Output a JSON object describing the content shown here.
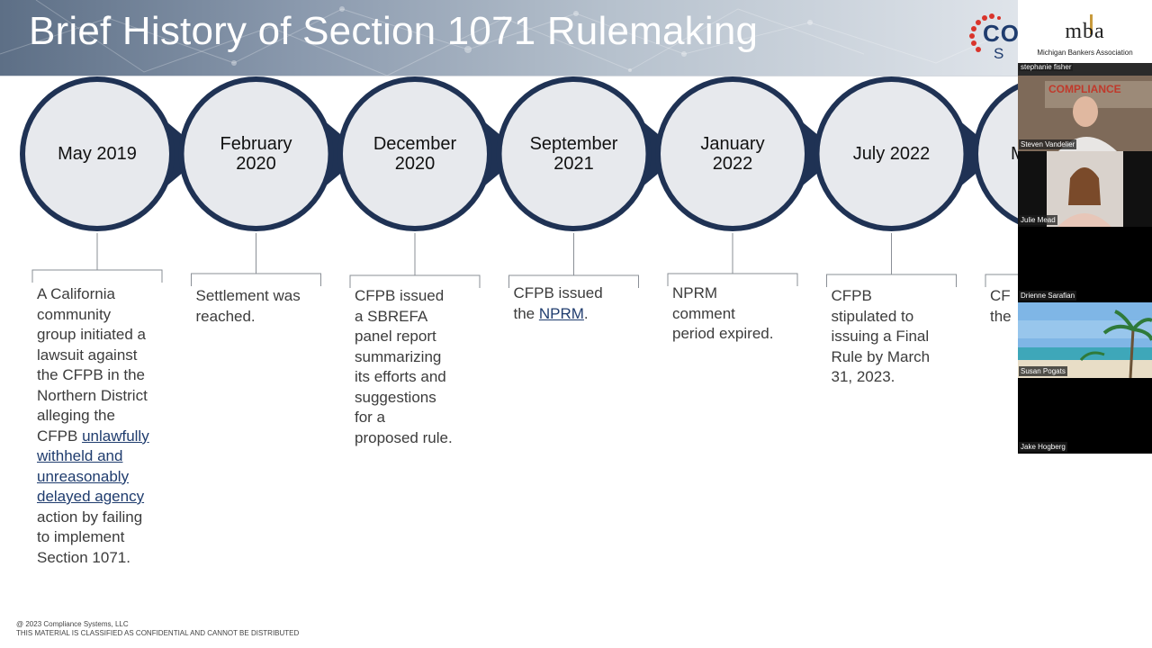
{
  "slide": {
    "title": "Brief History of Section 1071 Rulemaking",
    "logo": {
      "top": "CO",
      "bottom": "S Y"
    },
    "timeline": [
      {
        "date_line1": "May 2019",
        "date_line2": "",
        "lines": [
          "A California",
          "community",
          "group initiated a",
          "lawsuit against",
          "the CFPB in the",
          "Northern District",
          "alleging the",
          "CFPB unlawfully",
          "withheld and",
          "unreasonably",
          "delayed agency",
          "action by failing",
          "to implement",
          "Section 1071."
        ]
      },
      {
        "date_line1": "February",
        "date_line2": "2020",
        "lines": [
          "Settlement was",
          "reached."
        ]
      },
      {
        "date_line1": "December",
        "date_line2": "2020",
        "lines": [
          "CFPB issued",
          "a SBREFA",
          "panel report",
          "summarizing",
          "its efforts and",
          "suggestions",
          "for a",
          "proposed rule."
        ]
      },
      {
        "date_line1": "September",
        "date_line2": "2021",
        "lines": [
          "CFPB issued",
          "the NPRM."
        ]
      },
      {
        "date_line1": "January",
        "date_line2": "2022",
        "lines": [
          "NPRM",
          "comment",
          "period expired."
        ]
      },
      {
        "date_line1": "July 2022",
        "date_line2": "",
        "lines": [
          "CFPB",
          "stipulated to",
          "issuing a Final",
          "Rule by March",
          "31, 2023."
        ]
      },
      {
        "date_line1": "M",
        "date_line2": "",
        "lines": [
          "CF",
          "the"
        ]
      }
    ],
    "footer": {
      "line1": "@ 2023 Compliance Systems, LLC",
      "line2": "THIS MATERIAL IS CLASSIFIED AS CONFIDENTIAL AND CANNOT BE DISTRIBUTED"
    }
  },
  "sidebar": {
    "org_logo": "mba",
    "org_name": "Michigan Bankers Association",
    "participants": [
      {
        "name": "stephanie fisher",
        "tile": "logo"
      },
      {
        "name": "Steven Vandelier",
        "tile": "video"
      },
      {
        "name": "Julie Mead",
        "tile": "video"
      },
      {
        "name": "Drienne Sarafian",
        "tile": "blank"
      },
      {
        "name": "Susan Pogats",
        "tile": "beach"
      },
      {
        "name": "Jake Hogberg",
        "tile": "blank"
      }
    ],
    "video_wall_text": "COMPLIANCE"
  },
  "colors": {
    "navy": "#1f3254",
    "circle_fill": "#e7e9ed",
    "accent_red": "#d9342b"
  }
}
